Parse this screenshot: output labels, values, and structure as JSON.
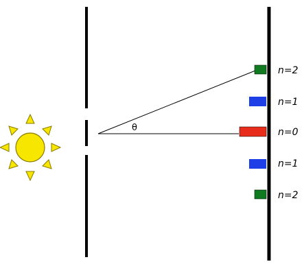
{
  "diagram": {
    "theta_label": "θ",
    "orders": [
      {
        "label": "n=2",
        "color": "#0f7a1f",
        "color_name": "green"
      },
      {
        "label": "n=1",
        "color": "#1f3fe6",
        "color_name": "blue"
      },
      {
        "label": "n=0",
        "color": "#e82d1d",
        "color_name": "red"
      },
      {
        "label": "n=1",
        "color": "#1f3fe6",
        "color_name": "blue"
      },
      {
        "label": "n=2",
        "color": "#0f7a1f",
        "color_name": "green"
      }
    ],
    "sun": {
      "fill": "#f7e600",
      "stroke": "#8a7a00",
      "icon": "sun-icon"
    }
  }
}
